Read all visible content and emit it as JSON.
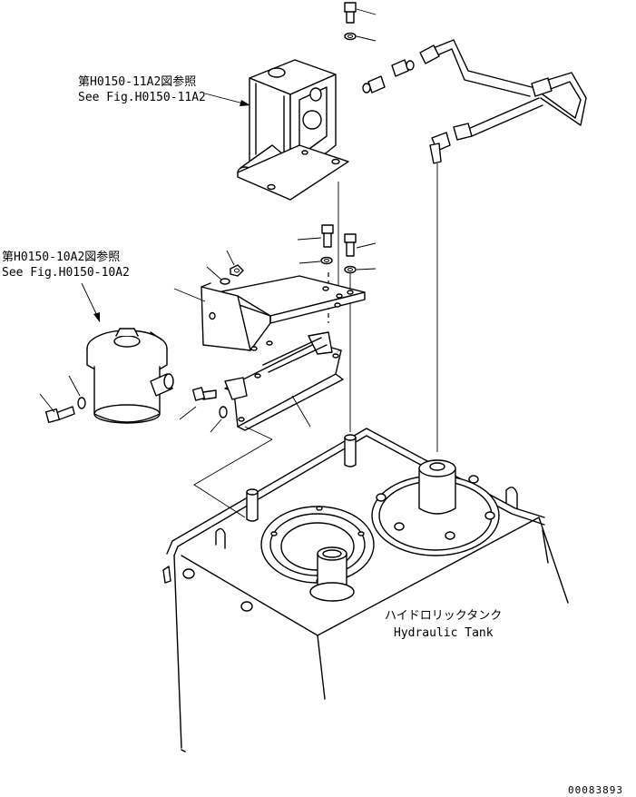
{
  "references": {
    "dust_indicator_jp": "第H0150-11A2図参照",
    "dust_indicator_en": "See Fig.H0150-11A2",
    "air_breather_jp": "第H0150-10A2図参照",
    "air_breather_en": "See Fig.H0150-10A2"
  },
  "tank": {
    "label_jp": "ハイドロリックタンク",
    "label_en": "Hydraulic Tank"
  },
  "drawing_number": "00083893"
}
